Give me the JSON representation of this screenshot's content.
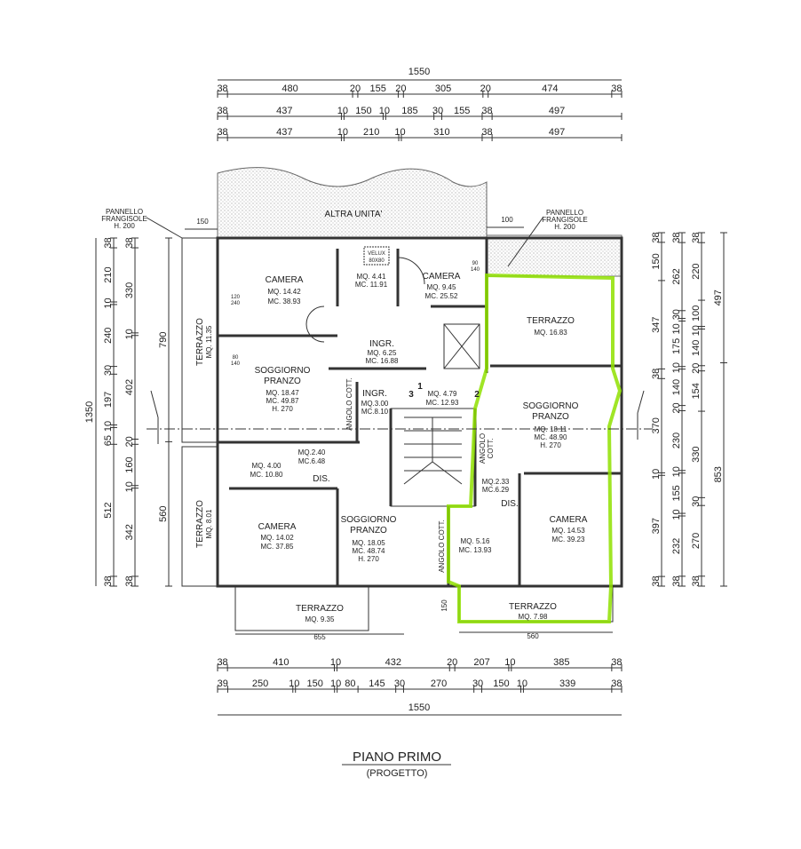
{
  "title": "PIANO PRIMO",
  "subtitle": "(PROGETTO)",
  "highlight_color": "#8fe000",
  "top_dims": {
    "total": "1550",
    "row1": [
      "38",
      "480",
      "20",
      "155",
      "20",
      "305",
      "20",
      "474",
      "38"
    ],
    "row2": [
      "38",
      "437",
      "10",
      "150",
      "10",
      "185",
      "30",
      "155",
      "38",
      "497"
    ],
    "row3": [
      "38",
      "437",
      "10",
      "210",
      "10",
      "310",
      "38",
      "497"
    ]
  },
  "bottom_dims": {
    "total": "1550",
    "row1": [
      "38",
      "410",
      "10",
      "432",
      "20",
      "207",
      "10",
      "385",
      "38"
    ],
    "row2": [
      "39",
      "250",
      "10",
      "150",
      "10",
      "80",
      "145",
      "30",
      "270",
      "30",
      "150",
      "10",
      "339",
      "38"
    ]
  },
  "left_dims": {
    "total": "1350",
    "col1": [
      "38",
      "210",
      "10",
      "240",
      "30",
      "197",
      "10",
      "65",
      "512",
      "38"
    ],
    "col2": [
      "38",
      "330",
      "10",
      "402",
      "20",
      "160",
      "10",
      "342",
      "38"
    ],
    "col3": [
      "790",
      "560"
    ]
  },
  "right_dims": {
    "col1": [
      "38",
      "150",
      "347",
      "38",
      "370",
      "10",
      "397",
      "38"
    ],
    "col2": [
      "38",
      "262",
      "30",
      "10",
      "175",
      "10",
      "140",
      "20",
      "230",
      "10",
      "155",
      "10",
      "232",
      "38"
    ],
    "col3": [
      "38",
      "220",
      "100",
      "10",
      "140",
      "20",
      "154",
      "330",
      "30",
      "270",
      "38"
    ],
    "col4": [
      "497",
      "853"
    ]
  },
  "labels": {
    "altra_unita": "ALTRA UNITA'",
    "pannello_left": [
      "PANNELLO",
      "FRANGISOLE",
      "H. 200"
    ],
    "pannello_right": [
      "PANNELLO",
      "FRANGISOLE",
      "H. 200"
    ],
    "dim_150_top": "150",
    "dim_100_top": "100",
    "dim_655": "655",
    "dim_560": "560",
    "dim_150_vert": "150",
    "velux": [
      "VELUX",
      "80X80"
    ],
    "stair_1": "1",
    "stair_2": "2",
    "stair_3": "3",
    "window_120_240": [
      "120",
      "240"
    ],
    "window_80_140": [
      "80",
      "140"
    ],
    "window_90_140": [
      "90",
      "140"
    ]
  },
  "rooms": [
    {
      "name": "CAMERA",
      "mq": "MQ. 14.42",
      "mc": "MC. 38.93"
    },
    {
      "name": "",
      "mq": "MQ. 4.41",
      "mc": "MC. 11.91"
    },
    {
      "name": "CAMERA",
      "mq": "MQ. 9.45",
      "mc": "MC. 25.52"
    },
    {
      "name": "INGR.",
      "mq": "MQ. 6.25",
      "mc": "MC. 16.88"
    },
    {
      "name": "SOGGIORNO",
      "name2": "PRANZO",
      "mq": "MQ. 18.47",
      "mc": "MC. 49.87",
      "h": "H. 270"
    },
    {
      "name": "INGR.",
      "mq": "MQ.3.00",
      "mc": "MC.8.10"
    },
    {
      "name": "",
      "mq": "MQ. 4.79",
      "mc": "MC. 12.93"
    },
    {
      "name": "TERRAZZO",
      "mq": "MQ. 16.83"
    },
    {
      "name": "SOGGIORNO",
      "name2": "PRANZO",
      "mq": "MQ. 18.11",
      "mc": "MC. 48.90",
      "h": "H. 270"
    },
    {
      "name": "",
      "mq": "MQ.2.40",
      "mc": "MC.6.48"
    },
    {
      "name": "",
      "mq": "MQ. 4.00",
      "mc": "MC. 10.80"
    },
    {
      "name": "DIS."
    },
    {
      "name": "CAMERA",
      "mq": "MQ. 14.02",
      "mc": "MC. 37.85"
    },
    {
      "name": "SOGGIORNO",
      "name2": "PRANZO",
      "mq": "MQ. 18.05",
      "mc": "MC. 48.74",
      "h": "H. 270"
    },
    {
      "name": "",
      "mq": "MQ.2.33",
      "mc": "MC.6.29"
    },
    {
      "name": "DIS."
    },
    {
      "name": "",
      "mq": "MQ. 5.16",
      "mc": "MC. 13.93"
    },
    {
      "name": "CAMERA",
      "mq": "MQ. 14.53",
      "mc": "MC. 39.23"
    },
    {
      "name": "TERRAZZO",
      "mq": "MQ. 9.35"
    },
    {
      "name": "TERRAZZO",
      "mq": "MQ. 7.98"
    },
    {
      "name": "TERRAZZO",
      "mq": "MQ. 11.35"
    },
    {
      "name": "TERRAZZO",
      "mq": "MQ. 8.01"
    },
    {
      "name": "ANGOLO COTT."
    },
    {
      "name": "ANGOLO",
      "name2": "COTT."
    },
    {
      "name": "ANGOLO COTT."
    }
  ]
}
